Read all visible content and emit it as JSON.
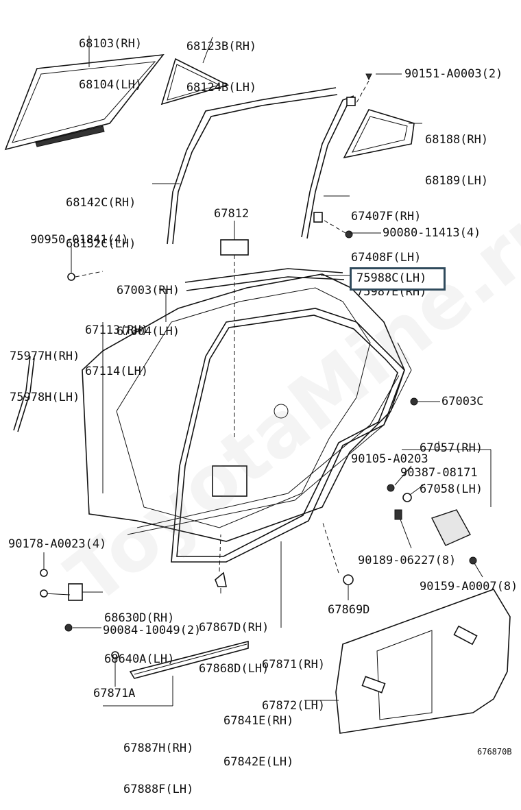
{
  "watermark": "ToyotaMine.ru",
  "drawing_code": "676870B",
  "highlighted_part": "75988C(LH)",
  "labels": {
    "glass_rear": [
      "68103(RH)",
      "68104(LH)"
    ],
    "glass_quarter": [
      "68123B(RH)",
      "68124B(LH)"
    ],
    "screw_top": "90151-A0003(2)",
    "quarter_frame": [
      "68188(RH)",
      "68189(LH)"
    ],
    "run_channel": [
      "68142C(RH)",
      "68152C(LH)"
    ],
    "division_bar": [
      "67407F(RH)",
      "67408F(LH)"
    ],
    "screw_division": "90080-11413(4)",
    "pad": "67812",
    "clip_top": "90950-01841(4)",
    "door_panel": [
      "67003(RH)",
      "67004(LH)"
    ],
    "weatherstrip_top": [
      "75987E(RH)",
      "75988C(LH)"
    ],
    "hinge_side_seal": [
      "67113(RH)",
      "67114(LH)"
    ],
    "moulding": [
      "75977H(RH)",
      "75978H(LH)"
    ],
    "plug": "67003C",
    "reinforcement": [
      "67057(RH)",
      "67058(LH)"
    ],
    "bolt_a": "90105-A0203",
    "bolt_b": "90387-08171",
    "screw_hinge": "90178-A0023(4)",
    "screw_c": "90189-06227(8)",
    "check": [
      "68630D(RH)",
      "68640A(LH)"
    ],
    "screw_d": "90159-A0007(8)",
    "seal_lower": [
      "67867D(RH)",
      "67868D(LH)"
    ],
    "clip_bottom": "67869D",
    "screw_e": "90084-10049(2)",
    "weatherstrip_main": [
      "67871(RH)",
      "67872(LH)"
    ],
    "clip_a": "67871A",
    "trim_board": [
      "67841E(RH)",
      "67842E(LH)"
    ],
    "sill_strip": [
      "67887H(RH)",
      "67888F(LH)"
    ]
  }
}
